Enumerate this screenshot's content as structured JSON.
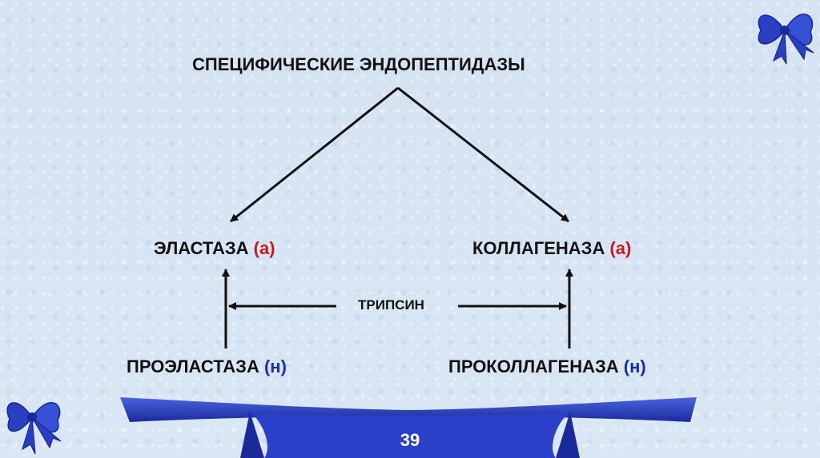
{
  "diagram": {
    "title": "СПЕЦИФИЧЕСКИЕ ЭНДОПЕПТИДАЗЫ",
    "elastase": {
      "name": "ЭЛАСТАЗА",
      "state": "(а)"
    },
    "collagenase": {
      "name": "КОЛЛАГЕНАЗА",
      "state": "(а)"
    },
    "trypsin": "ТРИПСИН",
    "proelastase": {
      "name": "ПРОЭЛАСТАЗА",
      "state": "(н)"
    },
    "procollagenase": {
      "name": "ПРОКОЛЛАГЕНАЗА",
      "state": "(н)"
    }
  },
  "footer": {
    "page_number": "39"
  },
  "colors": {
    "active": "#c8171e",
    "inactive": "#1a2fa8",
    "ribbon": "#2b3fc4"
  },
  "decorations": [
    "bow-top-right",
    "bow-bottom-left"
  ]
}
